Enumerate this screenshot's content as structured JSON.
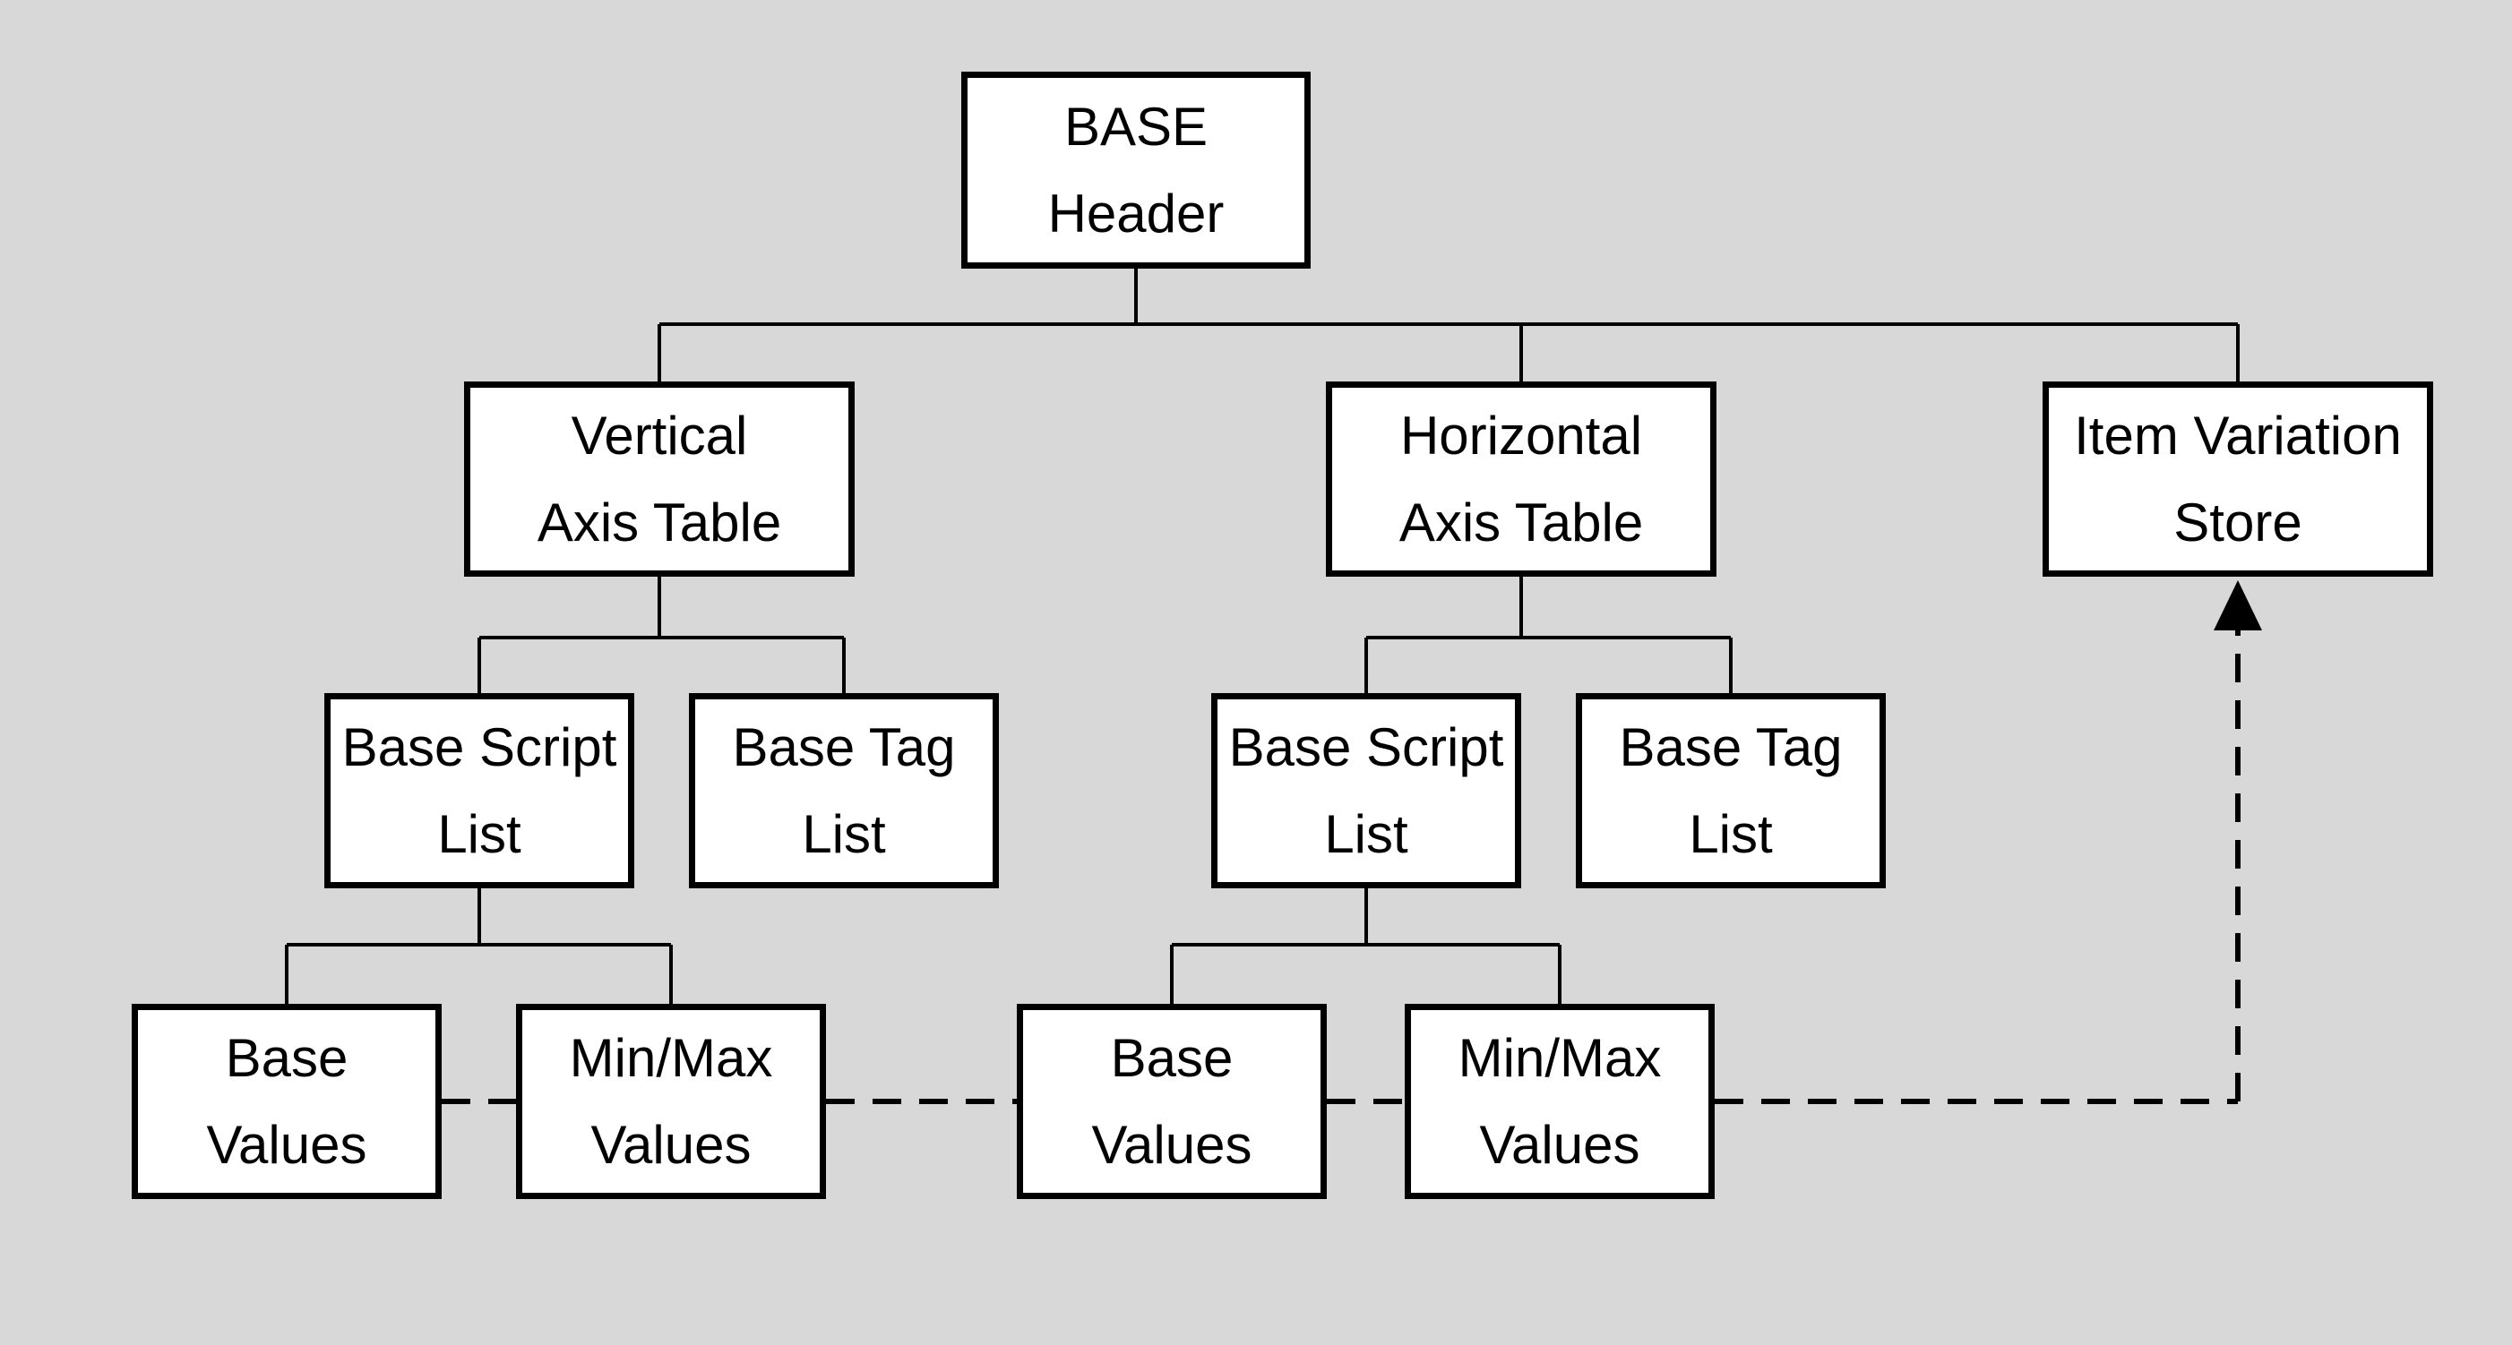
{
  "diagram": {
    "background_color": "#d8d8d8",
    "box_fill_color": "#ffffff",
    "box_border_color": "#000000",
    "text_color": "#000000",
    "connector_color": "#000000",
    "nodes": {
      "base_header": {
        "line1": "BASE",
        "line2": "Header"
      },
      "vertical_axis_table": {
        "line1": "Vertical",
        "line2": "Axis Table"
      },
      "horizontal_axis_table": {
        "line1": "Horizontal",
        "line2": "Axis Table"
      },
      "item_variation_store": {
        "line1": "Item Variation",
        "line2": "Store"
      },
      "vertical_base_script_list": {
        "line1": "Base Script",
        "line2": "List"
      },
      "vertical_base_tag_list": {
        "line1": "Base Tag",
        "line2": "List"
      },
      "horizontal_base_script_list": {
        "line1": "Base Script",
        "line2": "List"
      },
      "horizontal_base_tag_list": {
        "line1": "Base Tag",
        "line2": "List"
      },
      "vertical_base_values": {
        "line1": "Base",
        "line2": "Values"
      },
      "vertical_minmax_values": {
        "line1": "Min/Max",
        "line2": "Values"
      },
      "horizontal_base_values": {
        "line1": "Base",
        "line2": "Values"
      },
      "horizontal_minmax_values": {
        "line1": "Min/Max",
        "line2": "Values"
      }
    },
    "edges": [
      {
        "from": "BASE Header",
        "to": "Vertical Axis Table",
        "style": "solid"
      },
      {
        "from": "BASE Header",
        "to": "Horizontal Axis Table",
        "style": "solid"
      },
      {
        "from": "BASE Header",
        "to": "Item Variation Store",
        "style": "solid"
      },
      {
        "from": "Vertical Axis Table",
        "to": "Base Script List",
        "style": "solid"
      },
      {
        "from": "Vertical Axis Table",
        "to": "Base Tag List",
        "style": "solid"
      },
      {
        "from": "Horizontal Axis Table",
        "to": "Base Script List",
        "style": "solid"
      },
      {
        "from": "Horizontal Axis Table",
        "to": "Base Tag List",
        "style": "solid"
      },
      {
        "from": "Base Script List (vertical)",
        "to": "Base Values",
        "style": "solid"
      },
      {
        "from": "Base Script List (vertical)",
        "to": "Min/Max Values",
        "style": "solid"
      },
      {
        "from": "Base Script List (horizontal)",
        "to": "Base Values",
        "style": "solid"
      },
      {
        "from": "Base Script List (horizontal)",
        "to": "Min/Max Values",
        "style": "solid"
      },
      {
        "from": "Base Values and Min/Max Values boxes",
        "to": "Item Variation Store",
        "style": "dashed-arrow"
      }
    ]
  }
}
